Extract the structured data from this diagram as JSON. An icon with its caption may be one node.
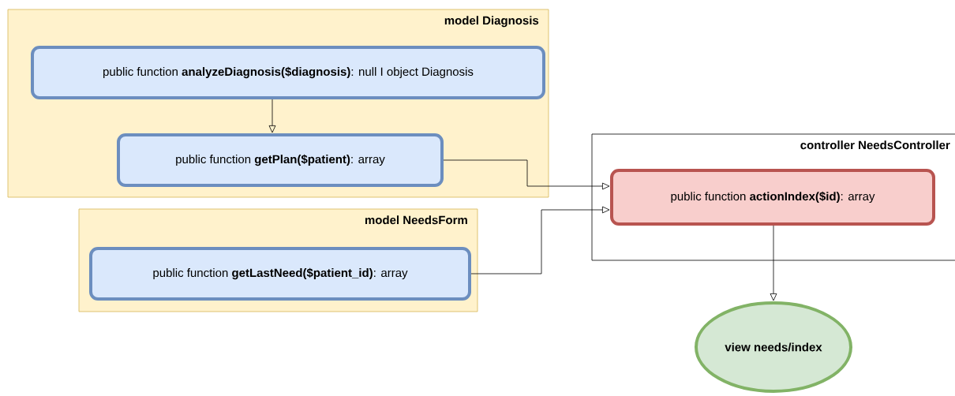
{
  "diagram": {
    "nodes": [
      {
        "text": [
          "model Diagnosis"
        ]
      },
      {
        "text": [
          "public function **analyzeDiagnosis($diagnosis)**: null I object Diagnosis"
        ],
        "in": 0
      },
      {
        "text": [
          "public function **getPlan($patient)**: array"
        ],
        "in": 0
      },
      {
        "text": [
          "model NeedsForm"
        ]
      },
      {
        "text": [
          "public function **getLastNeed($patient_id)**: array"
        ],
        "in": 3
      },
      {
        "text": [
          "controller NeedsController"
        ]
      },
      {
        "text": [
          "public function **actionIndex($id)**: array"
        ],
        "in": 5
      },
      {
        "text": [
          "**view needs/index**"
        ]
      }
    ],
    "edges": [
      {
        "from": 1,
        "to": 2,
        "arrow": "to"
      },
      {
        "from": 2,
        "to": 6,
        "arrow": "to"
      },
      {
        "from": 4,
        "to": 6,
        "arrow": "to"
      },
      {
        "from": 6,
        "to": 7,
        "arrow": "to"
      }
    ]
  }
}
